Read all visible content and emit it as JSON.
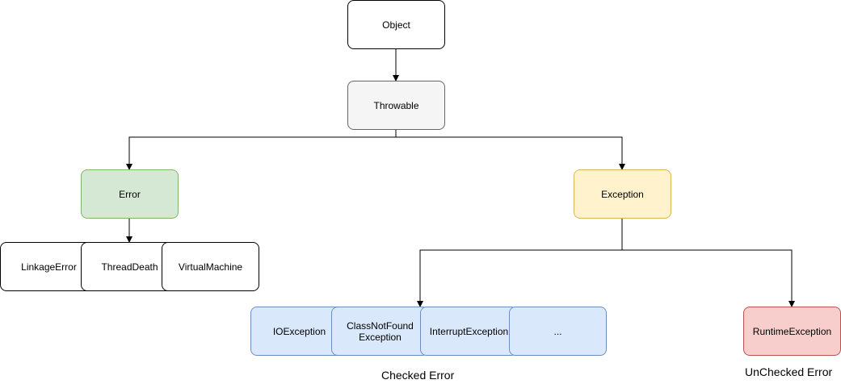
{
  "nodes": {
    "object": {
      "label": "Object",
      "fill": "#ffffff",
      "stroke": "#000000"
    },
    "throwable": {
      "label": "Throwable",
      "fill": "#f5f5f5",
      "stroke": "#666666"
    },
    "error": {
      "label": "Error",
      "fill": "#d5e8d4",
      "stroke": "#82b366"
    },
    "exception": {
      "label": "Exception",
      "fill": "#fff2cc",
      "stroke": "#d6b656"
    },
    "linkage_error": {
      "label": "LinkageError",
      "fill": "#ffffff",
      "stroke": "#000000"
    },
    "thread_death": {
      "label": "ThreadDeath",
      "fill": "#ffffff",
      "stroke": "#000000"
    },
    "virtual_machine": {
      "label": "VirtualMachine",
      "fill": "#ffffff",
      "stroke": "#000000"
    },
    "io_exception": {
      "label": "IOException",
      "fill": "#dae8fc",
      "stroke": "#6c8ebf"
    },
    "class_not_found": {
      "label": "ClassNotFound\nException",
      "fill": "#dae8fc",
      "stroke": "#6c8ebf"
    },
    "interrupt_exception": {
      "label": "InterruptException",
      "fill": "#dae8fc",
      "stroke": "#6c8ebf"
    },
    "ellipsis": {
      "label": "...",
      "fill": "#dae8fc",
      "stroke": "#6c8ebf"
    },
    "runtime_exception": {
      "label": "RuntimeException",
      "fill": "#f8cecc",
      "stroke": "#b85450"
    }
  },
  "captions": {
    "checked": "Checked Error",
    "unchecked": "UnChecked Error"
  }
}
